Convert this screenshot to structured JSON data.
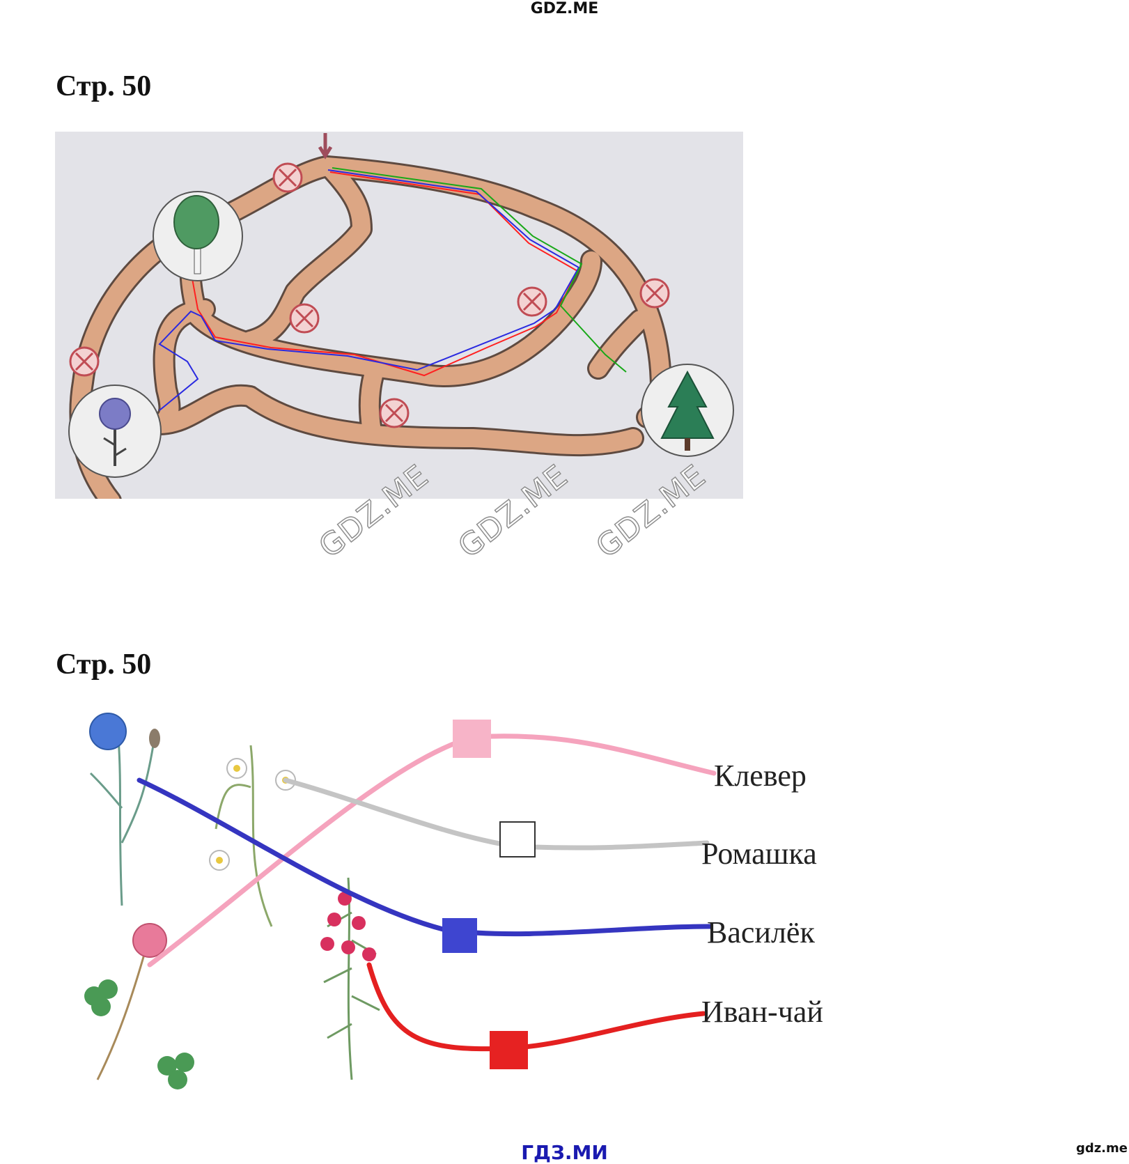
{
  "header": {
    "site": "GDZ.ME"
  },
  "sections": [
    {
      "heading": "Стр. 50"
    },
    {
      "heading": "Стр. 50"
    }
  ],
  "watermark": {
    "text": "GDZ.ME"
  },
  "maze": {
    "route_colors": {
      "red": "#ff2020",
      "blue": "#2a2ae0",
      "green": "#18a818"
    },
    "road_color": "#dca684",
    "background": "#e3e3e8",
    "nodes": [
      "birch-icon",
      "cornflower-icon",
      "spruce-icon"
    ]
  },
  "matching": {
    "labels": [
      "Клевер",
      "Ромашка",
      "Василёк",
      "Иван-чай"
    ],
    "line_colors": {
      "clover": "#f5a3bd",
      "chamomile": "#c4c4c4",
      "cornflower": "#3535c0",
      "fireweed": "#e42020"
    }
  },
  "footer": {
    "center": "ГДЗ.МИ",
    "right": "gdz.me"
  }
}
